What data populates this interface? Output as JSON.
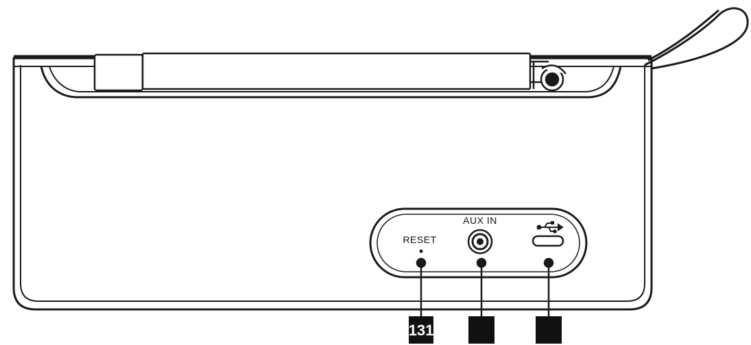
{
  "ports": {
    "reset_label": "RESET",
    "aux_label": "AUX IN"
  },
  "callouts": [
    {
      "number": "131"
    },
    {
      "number": ""
    },
    {
      "number": ""
    }
  ],
  "icons": {
    "usb": "usb-icon",
    "headphone_jack": "aux-jack-icon",
    "reset_hole": "reset-pinhole-icon",
    "antenna": "telescopic-antenna-icon",
    "strap": "carry-strap-icon"
  },
  "colors": {
    "line": "#1a1a1a",
    "callout_fill": "#111111",
    "background": "#ffffff"
  }
}
